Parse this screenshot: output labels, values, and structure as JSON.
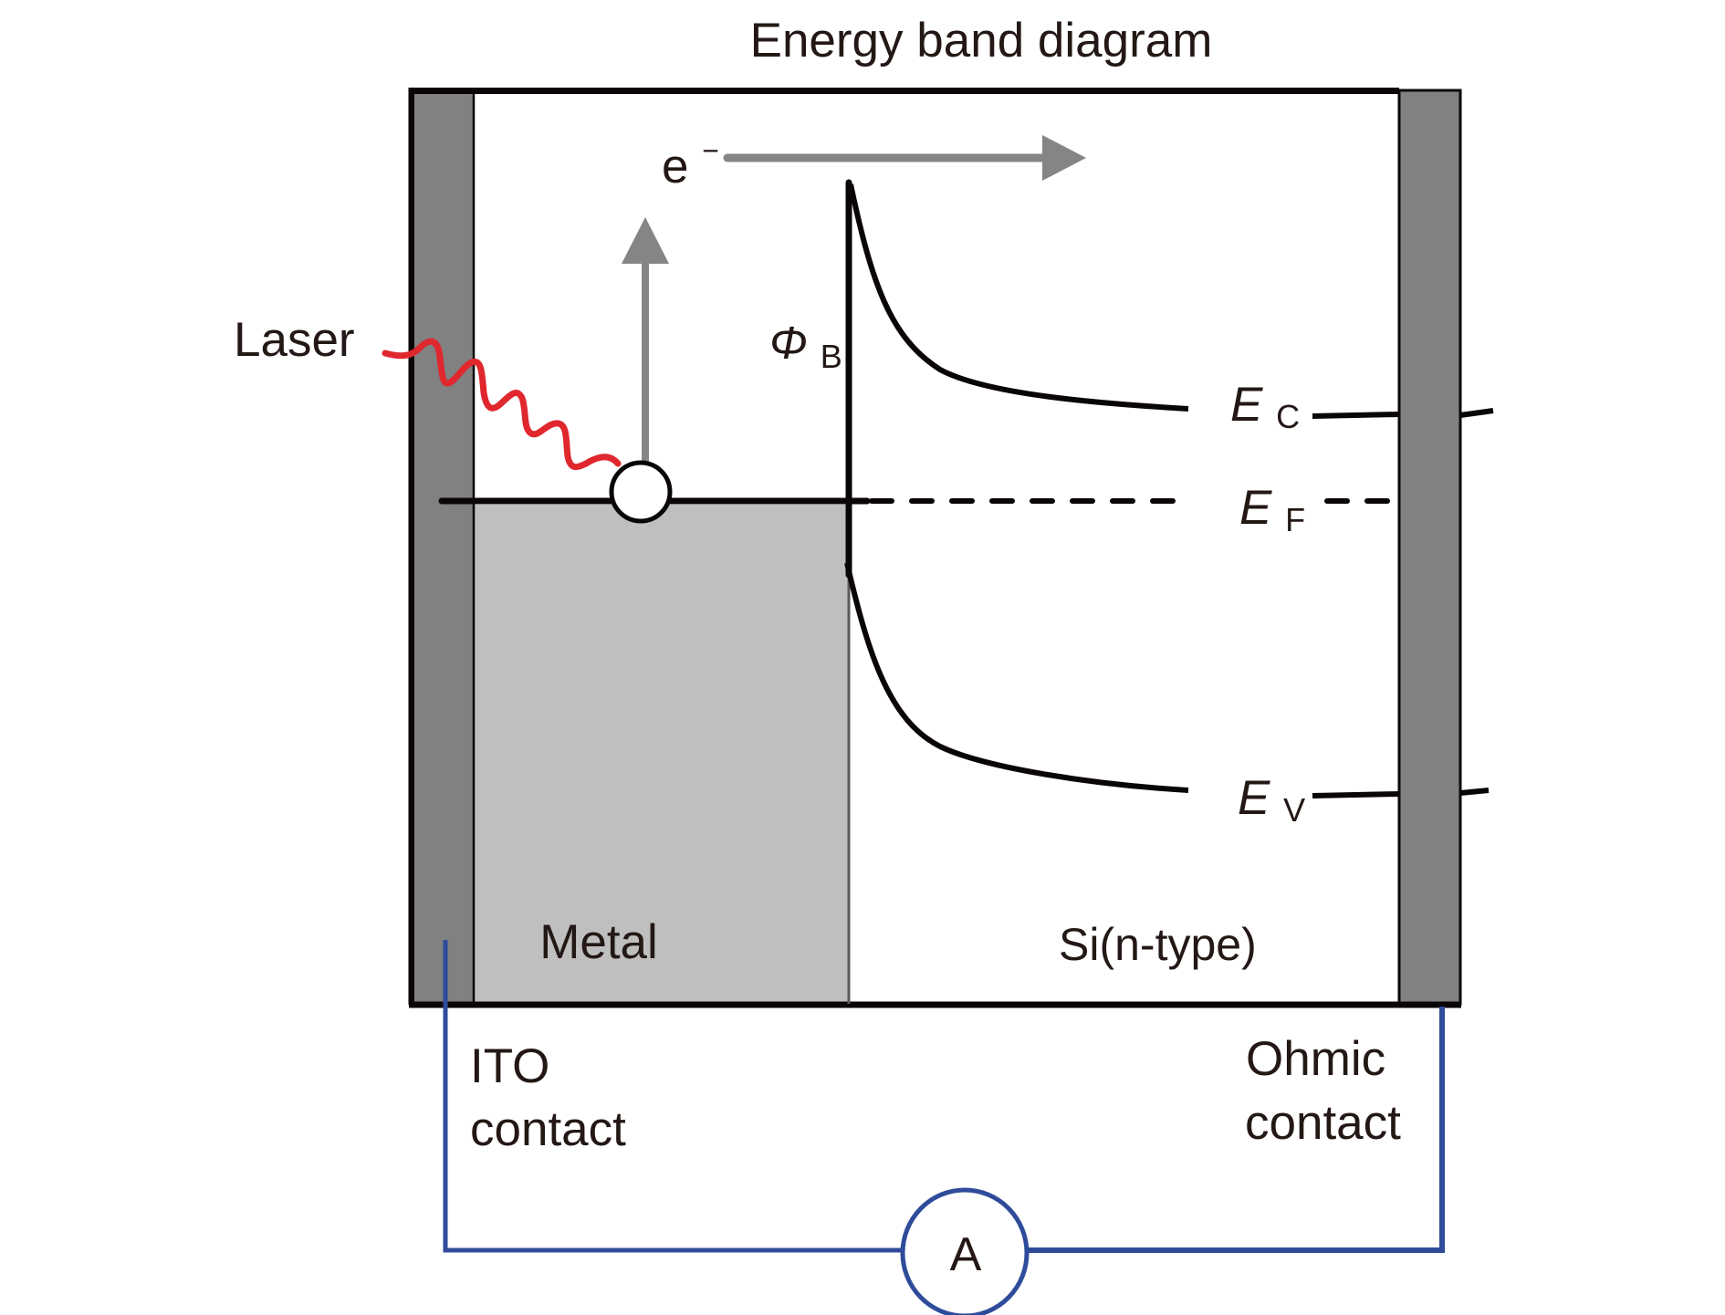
{
  "title": "Energy band diagram",
  "labels": {
    "laser": "Laser",
    "electron": "e",
    "electron_sup": "−",
    "barrier_symbol": "Φ",
    "barrier_sub": "B",
    "ec_main": "E",
    "ec_sub": "C",
    "ef_main": "E",
    "ef_sub": "F",
    "ev_main": "E",
    "ev_sub": "V",
    "metal": "Metal",
    "semiconductor": "Si(n-type)",
    "ito_line1": "ITO",
    "ito_line2": "contact",
    "ohmic_line1": "Ohmic",
    "ohmic_line2": "contact",
    "ammeter": "A"
  },
  "colors": {
    "contact_fill": "#808180",
    "metal_fill": "#BFBFBF",
    "arrow_gray": "#858585",
    "laser_red": "#E0272E",
    "wire_blue": "#2F4C9A",
    "line_black": "#0A0606"
  }
}
